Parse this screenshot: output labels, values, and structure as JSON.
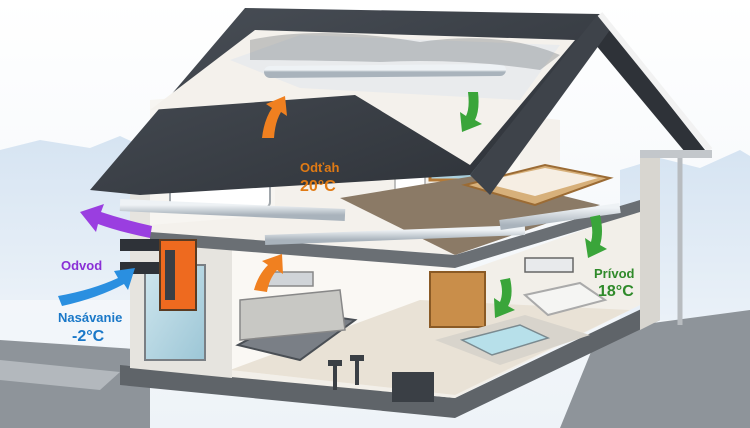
{
  "labels": {
    "exhaust_room": "Odťah",
    "exhaust_room_temp": "20°C",
    "outlet": "Odvod",
    "intake": "Nasávanie",
    "intake_temp": "-2°C",
    "supply": "Prívod",
    "supply_temp": "18°C"
  },
  "colors": {
    "exhaust_arrow": "#f08020",
    "supply_arrow": "#3aa53a",
    "outlet_arrow": "#9a3ee0",
    "intake_arrow": "#2a8fe0",
    "roof": "#3b4148",
    "duct": "#c9d1d8"
  }
}
